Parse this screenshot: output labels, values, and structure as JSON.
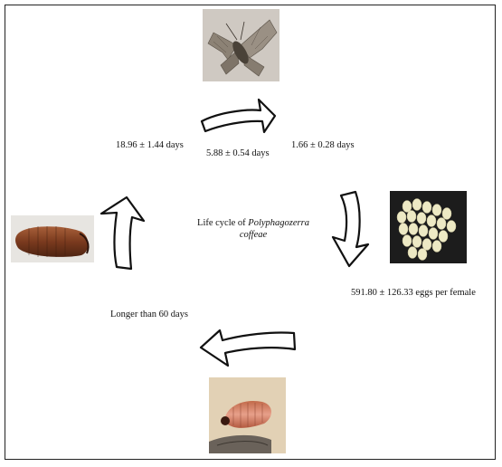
{
  "title": {
    "prefix": "Life cycle of",
    "species_line1": "Polyphagozerra",
    "species_line2": "coffeae"
  },
  "labels": {
    "larva_to_pupa": "18.96 ± 1.44 days",
    "pupa_to_adult": "5.88 ± 0.54 days",
    "adult_to_egg": "1.66 ± 0.28 days",
    "eggs": "591.80 ± 126.33 eggs per female",
    "larval_duration": "Longer than 60 days"
  },
  "colors": {
    "moth_bg": "#cfc9c2",
    "eggs_bg": "#1c1c1c",
    "egg": "#ede9c4",
    "pupa_bg": "#e7e5e1",
    "pupa": "#8a4a2a",
    "larva_bg": "#e6d7bd",
    "larva": "#d98a6c"
  }
}
